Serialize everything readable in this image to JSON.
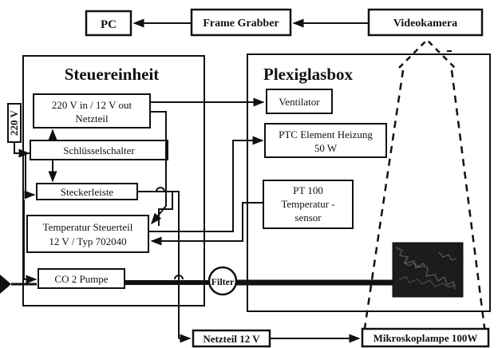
{
  "top_row": {
    "pc": "PC",
    "frame_grabber": "Frame Grabber",
    "videokamera": "Videokamera"
  },
  "steuereinheit": {
    "title": "Steuereinheit",
    "netzteil_line1": "220 V in / 12 V out",
    "netzteil_line2": "Netzteil",
    "schluesselschalter": "Schlüsselschalter",
    "steckerleiste": "Steckerleiste",
    "temp_steuerteil_line1": "Temperatur Steuerteil",
    "temp_steuerteil_line2": "12 V / Typ 702040",
    "co2_pumpe": "CO 2 Pumpe",
    "supply_label": "220 V"
  },
  "plexiglasbox": {
    "title": "Plexiglasbox",
    "ventilator": "Ventilator",
    "ptc_line1": "PTC Element Heizung",
    "ptc_line2": "50 W",
    "pt100_line1": "PT 100",
    "pt100_line2": "Temperatur -",
    "pt100_line3": "sensor",
    "filter": "Filter"
  },
  "bottom_row": {
    "netzteil_12v": "Netzteil 12 V",
    "mikroskoplampe": "Mikroskoplampe 100W"
  }
}
